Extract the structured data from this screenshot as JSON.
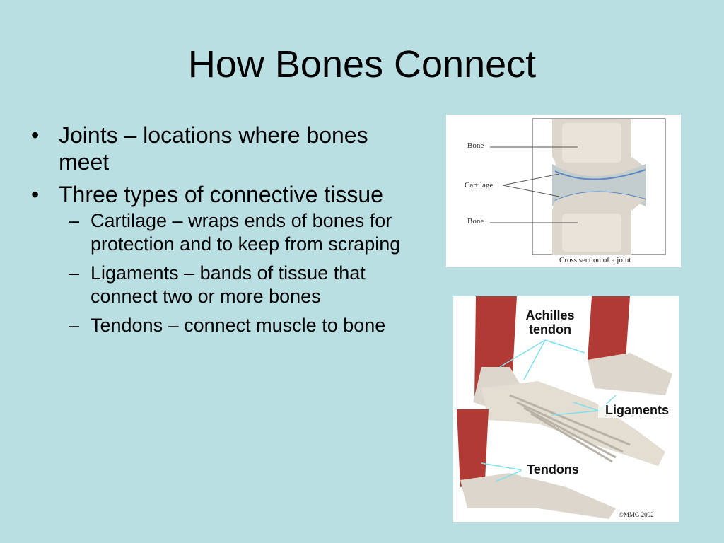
{
  "slide": {
    "title": "How Bones Connect",
    "bullets": [
      {
        "text": "Joints – locations where bones meet"
      },
      {
        "text": "Three types of connective tissue"
      }
    ],
    "sub_bullets": [
      {
        "text": "Cartilage – wraps ends of bones for protection and to keep from scraping"
      },
      {
        "text": "Ligaments – bands of tissue that connect two or more bones"
      },
      {
        "text": "Tendons – connect muscle to bone"
      }
    ]
  },
  "joint_figure": {
    "labels": {
      "bone_top": "Bone",
      "cartilage": "Cartilage",
      "bone_bottom": "Bone"
    },
    "caption": "Cross section of a joint"
  },
  "foot_figure": {
    "labels": {
      "achilles": "Achilles tendon",
      "ligaments": "Ligaments",
      "tendons": "Tendons"
    },
    "credit": "©MMG 2002"
  },
  "colors": {
    "background": "#b9dfe3",
    "bone": "#ddd6cc",
    "cartilage": "#c3cdcd",
    "cartilage_edge": "#5b88c4",
    "muscle": "#b23a35",
    "pointer_line": "#7fe0ec"
  }
}
